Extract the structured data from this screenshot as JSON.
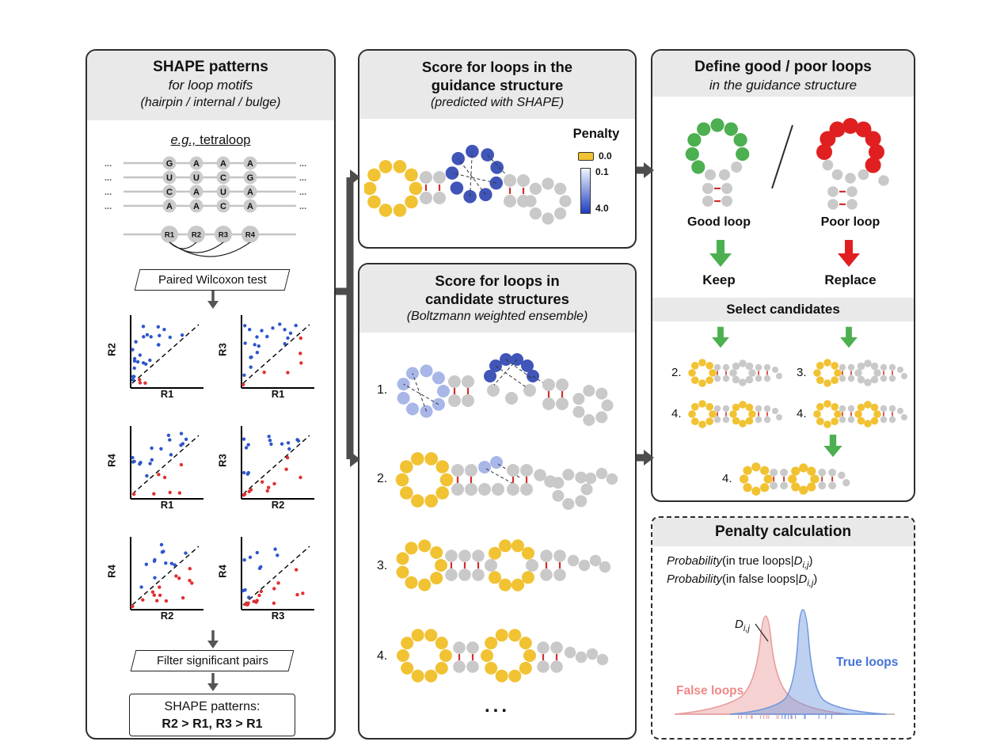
{
  "colors": {
    "yellow": "#F1C232",
    "blue": "#4055B8",
    "light_blue": "#A8B6E8",
    "gray_node": "#C9C9C9",
    "green": "#4CAF50",
    "red": "#E02020",
    "pair_tick": "#D03030",
    "connector": "#4D4D4D",
    "scatter_blue": "#2E55CC",
    "scatter_red": "#E03030",
    "false_label": "#F08888",
    "true_label": "#4472D8",
    "false_curve": "#E89A9A",
    "true_curve": "#6E96DE",
    "penalty_high": "#1D3FC0"
  },
  "left": {
    "title": "SHAPE patterns",
    "subtitle": "for loop motifs",
    "subtitle2": "(hairpin / internal / bulge)",
    "example_prefix": "e.g.,",
    "example_word": "tetraloop",
    "alignment": {
      "ellipsis": "...",
      "rows": [
        [
          "G",
          "A",
          "A",
          "A"
        ],
        [
          "U",
          "U",
          "C",
          "G"
        ],
        [
          "C",
          "A",
          "U",
          "A"
        ],
        [
          "A",
          "A",
          "C",
          "A"
        ]
      ],
      "positions": [
        "R1",
        "R2",
        "R3",
        "R4"
      ]
    },
    "wilcoxon_label": "Paired Wilcoxon test",
    "scatter_plots": [
      {
        "ylabel": "R2",
        "xlabel": "R1",
        "blue": 24,
        "red": 3
      },
      {
        "ylabel": "R3",
        "xlabel": "R1",
        "blue": 20,
        "red": 6
      },
      {
        "ylabel": "R4",
        "xlabel": "R1",
        "blue": 17,
        "red": 7
      },
      {
        "ylabel": "R3",
        "xlabel": "R2",
        "blue": 14,
        "red": 11
      },
      {
        "ylabel": "R4",
        "xlabel": "R2",
        "blue": 12,
        "red": 15
      },
      {
        "ylabel": "R4",
        "xlabel": "R3",
        "blue": 10,
        "red": 17
      }
    ],
    "filter_label": "Filter significant pairs",
    "result_title": "SHAPE patterns:",
    "result_pattern": "R2 > R1, R3 > R1"
  },
  "middle_top": {
    "title1": "Score for loops in the",
    "title2": "guidance structure",
    "subtitle": "(predicted with SHAPE)",
    "legend": {
      "title": "Penalty",
      "yellow_value": "0.0",
      "scale_top": "0.1",
      "scale_bottom": "4.0"
    }
  },
  "middle_bottom": {
    "title1": "Score for loops in",
    "title2": "candidate structures",
    "subtitle": "(Boltzmann weighted ensemble)",
    "item_labels": [
      "1.",
      "2.",
      "3.",
      "4."
    ],
    "ellipsis": "..."
  },
  "right_top": {
    "title": "Define good / poor loops",
    "subtitle": "in the guidance structure",
    "good_label": "Good loop",
    "poor_label": "Poor loop",
    "keep_label": "Keep",
    "replace_label": "Replace",
    "select_title": "Select candidates",
    "candidate_labels": [
      "2.",
      "3.",
      "4.",
      "4."
    ],
    "final_label": "4."
  },
  "penalty_calc": {
    "title": "Penalty calculation",
    "prob1": {
      "fn": "Probability",
      "pre": "(in true loops|",
      "d": "D",
      "sub": "i,j",
      "post": ")"
    },
    "prob2": {
      "fn": "Probability",
      "pre": "(in false loops|",
      "d": "D",
      "sub": "i,j",
      "post": ")"
    },
    "dist": {
      "false_label": "False loops",
      "true_label": "True loops",
      "d": "D",
      "sub": "i,j"
    }
  }
}
